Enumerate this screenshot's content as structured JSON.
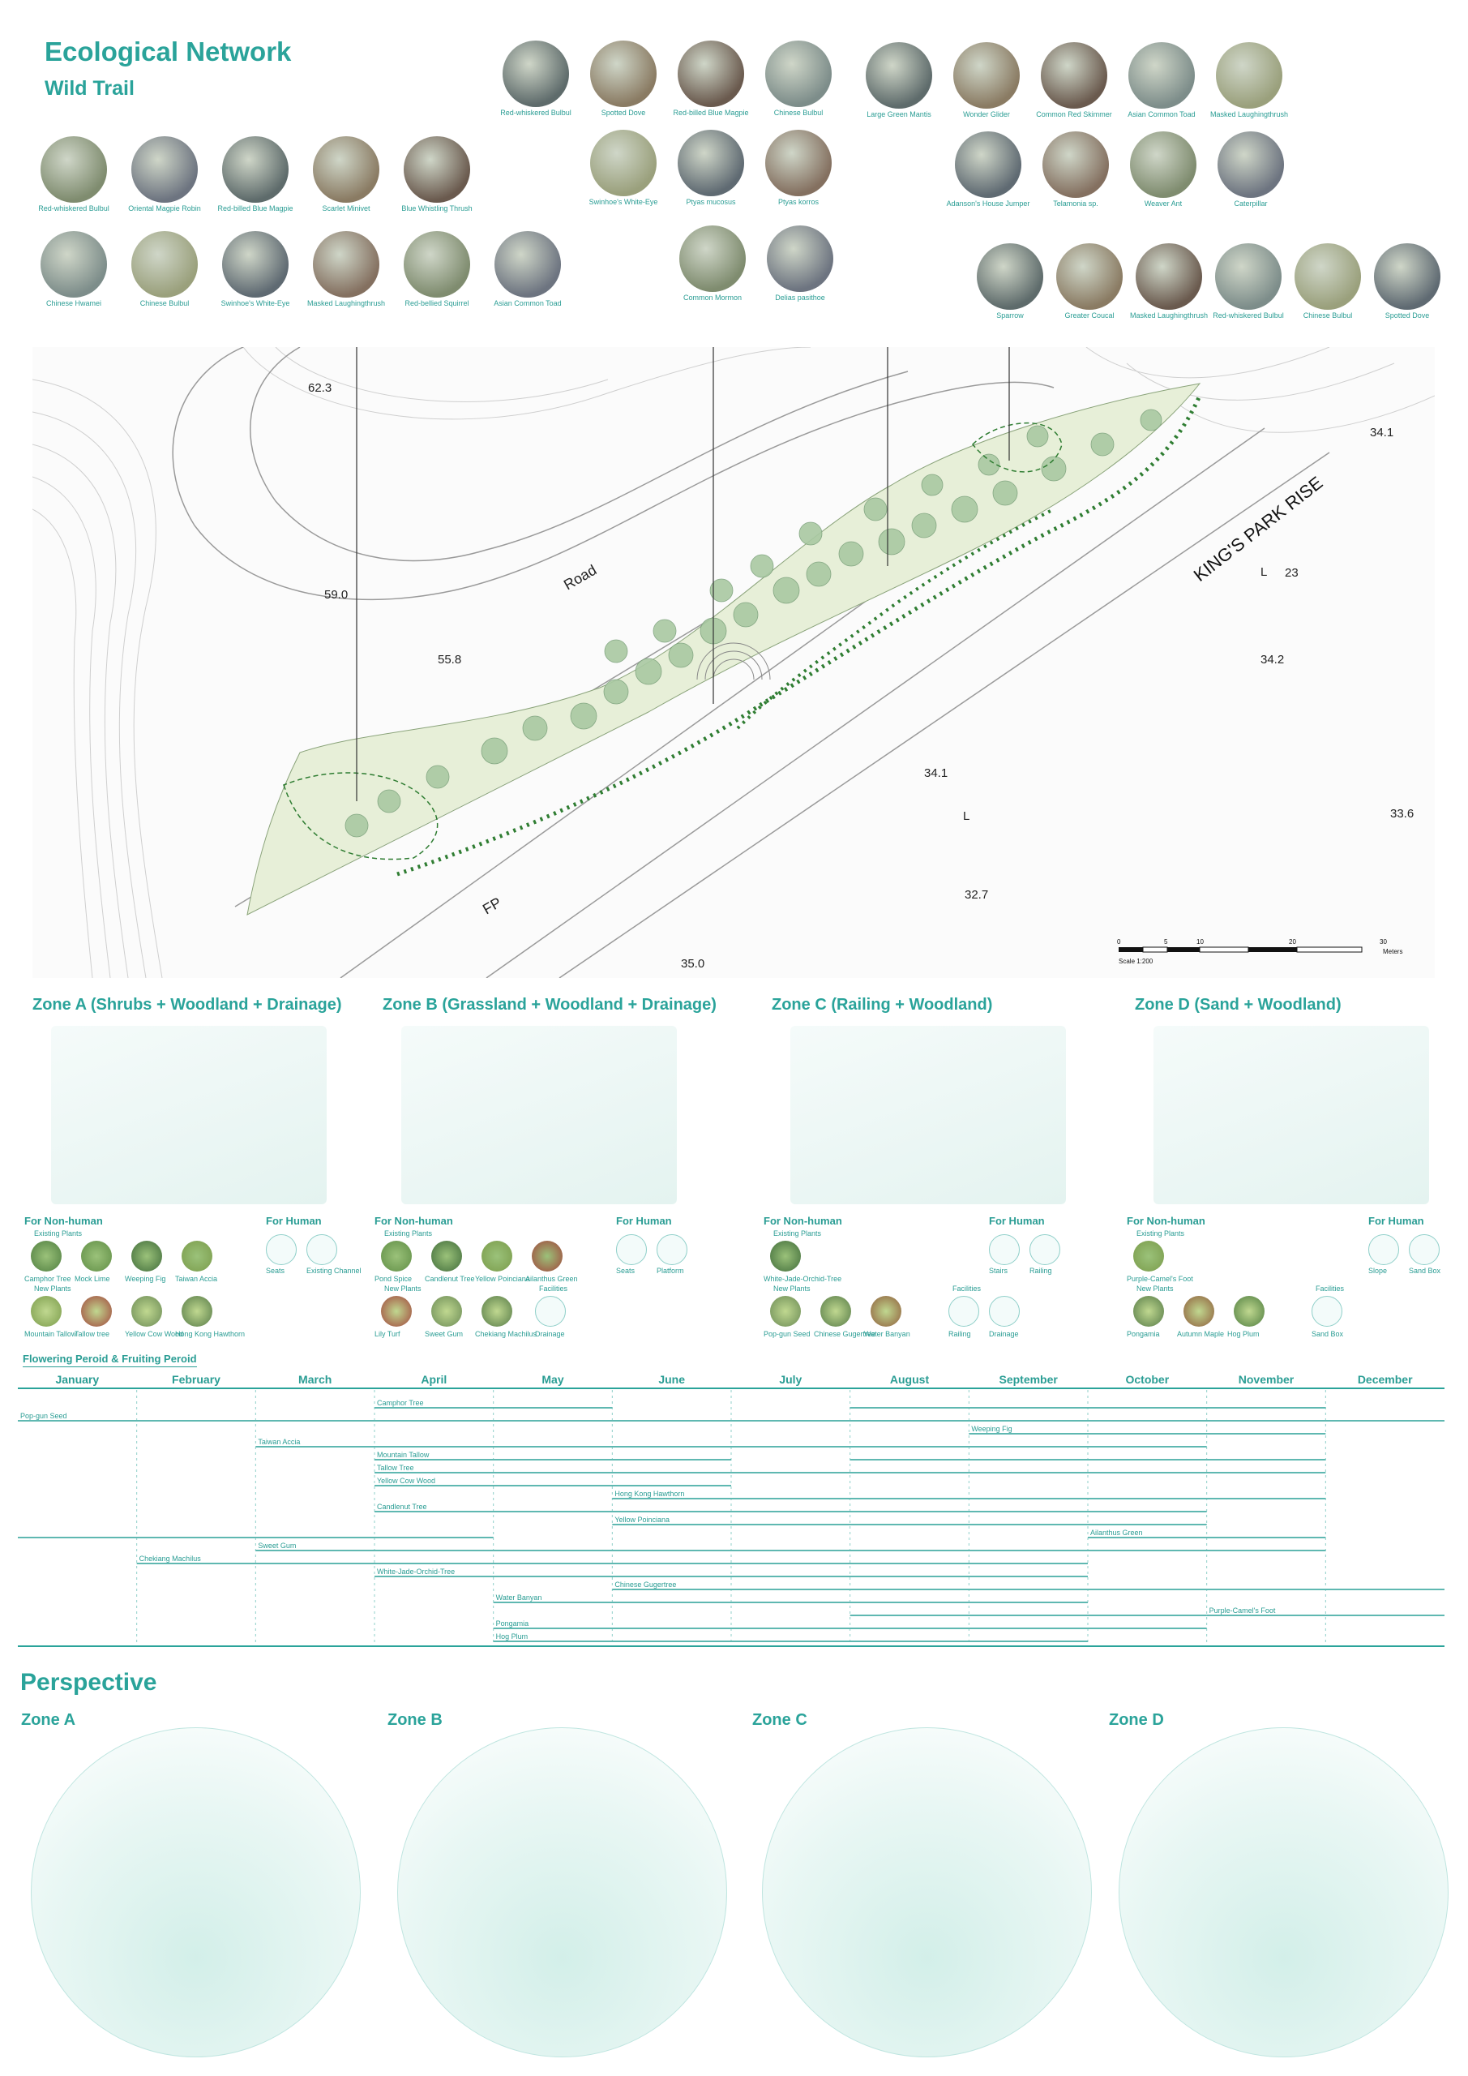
{
  "header": {
    "title": "Ecological Network",
    "subtitle": "Wild Trail"
  },
  "species_groups": {
    "group_a": [
      [
        "Red-whiskered Bulbul",
        "Oriental Magpie Robin",
        "Red-billed Blue Magpie",
        "Scarlet Minivet",
        "Blue Whistling Thrush"
      ],
      [
        "Chinese Hwamei",
        "Chinese Bulbul",
        "Swinhoe's White-Eye",
        "Masked Laughingthrush",
        "Red-bellied Squirrel",
        "Asian Common Toad"
      ]
    ],
    "group_b": [
      [
        "Red-whiskered Bulbul",
        "Spotted Dove",
        "Red-billed Blue Magpie",
        "Chinese Bulbul"
      ],
      [
        "Swinhoe's White-Eye",
        "Ptyas mucosus",
        "Ptyas korros"
      ],
      [
        "Common Mormon",
        "Delias pasithoe"
      ]
    ],
    "group_c": [
      [
        "Large Green Mantis",
        "Wonder Glider",
        "Common Red Skimmer",
        "Asian Common Toad",
        "Masked Laughingthrush"
      ],
      [
        "Adanson's House Jumper",
        "Telamonia sp.",
        "Weaver Ant",
        "Caterpillar"
      ]
    ],
    "group_d": [
      [
        "Sparrow",
        "Greater Coucal",
        "Masked Laughingthrush",
        "Red-whiskered Bulbul",
        "Chinese Bulbul",
        "Spotted Dove"
      ]
    ]
  },
  "map": {
    "labels": {
      "road": "Road",
      "fp": "FP",
      "kings_park_rise": "KING'S PARK RISE",
      "l1": "L",
      "l2": "L",
      "n23": "23"
    },
    "levels": [
      "62.3",
      "59.0",
      "55.8",
      "34.1",
      "34.2",
      "33.6",
      "34.1",
      "32.7",
      "35.0"
    ],
    "scale": {
      "ticks": [
        "0",
        "5",
        "10",
        "20",
        "30"
      ],
      "unit": "Meters",
      "note": "Scale 1:200"
    }
  },
  "zones": [
    {
      "title": "Zone A (Shrubs + Woodland + Drainage)",
      "non_human": "For Non-human",
      "human": "For Human",
      "existing_label": "Existing Plants",
      "existing": [
        "Camphor Tree",
        "Mock Lime",
        "Weeping Fig",
        "Taiwan Accia"
      ],
      "new_label": "New Plants",
      "new": [
        "Mountain Tallow",
        "Tallow tree",
        "Yellow Cow Wood",
        "Hong Kong Hawthorn"
      ],
      "human_items": [
        "Seats",
        "Existing Channel"
      ]
    },
    {
      "title": "Zone B (Grassland + Woodland + Drainage)",
      "non_human": "For Non-human",
      "human": "For Human",
      "existing_label": "Existing Plants",
      "existing": [
        "Pond Spice",
        "Candlenut Tree",
        "Yellow Poinciana",
        "Ailanthus Green"
      ],
      "new_label": "New Plants",
      "new": [
        "Lily Turf",
        "Sweet Gum",
        "Chekiang Machilus"
      ],
      "facilities_label": "Facilities",
      "facilities": [
        "Drainage"
      ],
      "human_items": [
        "Seats",
        "Platform"
      ]
    },
    {
      "title": "Zone C (Railing + Woodland)",
      "non_human": "For Non-human",
      "human": "For Human",
      "existing_label": "Existing Plants",
      "existing": [
        "White-Jade-Orchid-Tree"
      ],
      "new_label": "New Plants",
      "new": [
        "Pop-gun Seed",
        "Chinese Gugertree",
        "Water Banyan"
      ],
      "facilities_label": "Facilities",
      "facilities": [
        "Railing",
        "Drainage"
      ],
      "human_items": [
        "Stairs",
        "Railing"
      ]
    },
    {
      "title": "Zone D (Sand + Woodland)",
      "non_human": "For Non-human",
      "human": "For Human",
      "existing_label": "Existing Plants",
      "existing": [
        "Purple-Camel's Foot"
      ],
      "new_label": "New Plants",
      "new": [
        "Pongamia",
        "Autumn Maple",
        "Hog Plum"
      ],
      "facilities_label": "Facilities",
      "facilities": [
        "Sand Box"
      ],
      "human_items": [
        "Slope",
        "Sand Box"
      ]
    }
  ],
  "timeline": {
    "title": "Flowering Peroid & Fruiting Peroid",
    "months": [
      "January",
      "February",
      "March",
      "April",
      "May",
      "June",
      "July",
      "August",
      "September",
      "October",
      "November",
      "December"
    ],
    "rows": [
      {
        "label": "Camphor Tree",
        "label_month": 3.0,
        "spans": [
          [
            3.0,
            5.0
          ],
          [
            7.0,
            11.0
          ]
        ]
      },
      {
        "label": "Pop-gun Seed",
        "label_month": 0.0,
        "spans": [
          [
            0.0,
            12.0
          ]
        ]
      },
      {
        "label": "Weeping Fig",
        "label_month": 8.0,
        "spans": [
          [
            8.0,
            11.0
          ]
        ]
      },
      {
        "label": "Taiwan Accia",
        "label_month": 2.0,
        "spans": [
          [
            2.0,
            10.0
          ]
        ]
      },
      {
        "label": "Mountain Tallow",
        "label_month": 3.0,
        "spans": [
          [
            3.0,
            6.0
          ],
          [
            7.0,
            11.0
          ]
        ]
      },
      {
        "label": "Tallow Tree",
        "label_month": 3.0,
        "spans": [
          [
            3.0,
            11.0
          ]
        ]
      },
      {
        "label": "Yellow Cow Wood",
        "label_month": 3.0,
        "spans": [
          [
            3.0,
            6.0
          ]
        ]
      },
      {
        "label": "Hong Kong Hawthorn",
        "label_month": 5.0,
        "spans": [
          [
            5.0,
            11.0
          ]
        ]
      },
      {
        "label": "Candlenut Tree",
        "label_month": 3.0,
        "spans": [
          [
            3.0,
            10.0
          ]
        ]
      },
      {
        "label": "Yellow Poinciana",
        "label_month": 5.0,
        "spans": [
          [
            5.0,
            10.0
          ]
        ]
      },
      {
        "label": "Ailanthus Green",
        "label_month": 9.0,
        "spans": [
          [
            0.0,
            4.0
          ],
          [
            9.0,
            11.0
          ]
        ]
      },
      {
        "label": "Sweet Gum",
        "label_month": 2.0,
        "spans": [
          [
            2.0,
            4.0
          ],
          [
            4.0,
            11.0
          ]
        ]
      },
      {
        "label": "Chekiang Machilus",
        "label_month": 1.0,
        "spans": [
          [
            1.0,
            9.0
          ]
        ]
      },
      {
        "label": "White-Jade-Orchid-Tree",
        "label_month": 3.0,
        "spans": [
          [
            3.0,
            9.0
          ]
        ]
      },
      {
        "label": "Chinese Gugertree",
        "label_month": 5.0,
        "spans": [
          [
            5.0,
            12.0
          ]
        ]
      },
      {
        "label": "Water Banyan",
        "label_month": 4.0,
        "spans": [
          [
            4.0,
            9.0
          ]
        ]
      },
      {
        "label": "Purple-Camel's Foot",
        "label_month": 10.0,
        "spans": [
          [
            7.0,
            10.0
          ],
          [
            10.0,
            12.0
          ]
        ]
      },
      {
        "label": "Pongamia",
        "label_month": 4.0,
        "spans": [
          [
            4.0,
            10.0
          ]
        ]
      },
      {
        "label": "Hog Plum",
        "label_month": 4.0,
        "spans": [
          [
            4.0,
            9.0
          ]
        ]
      }
    ]
  },
  "perspective": {
    "title": "Perspective",
    "zones": [
      "Zone A",
      "Zone B",
      "Zone C",
      "Zone D"
    ]
  },
  "colors": {
    "accent": "#2aa39a",
    "line": "#5fb8b1",
    "park": "#e7efd8",
    "tree": "#a9c9a2"
  }
}
